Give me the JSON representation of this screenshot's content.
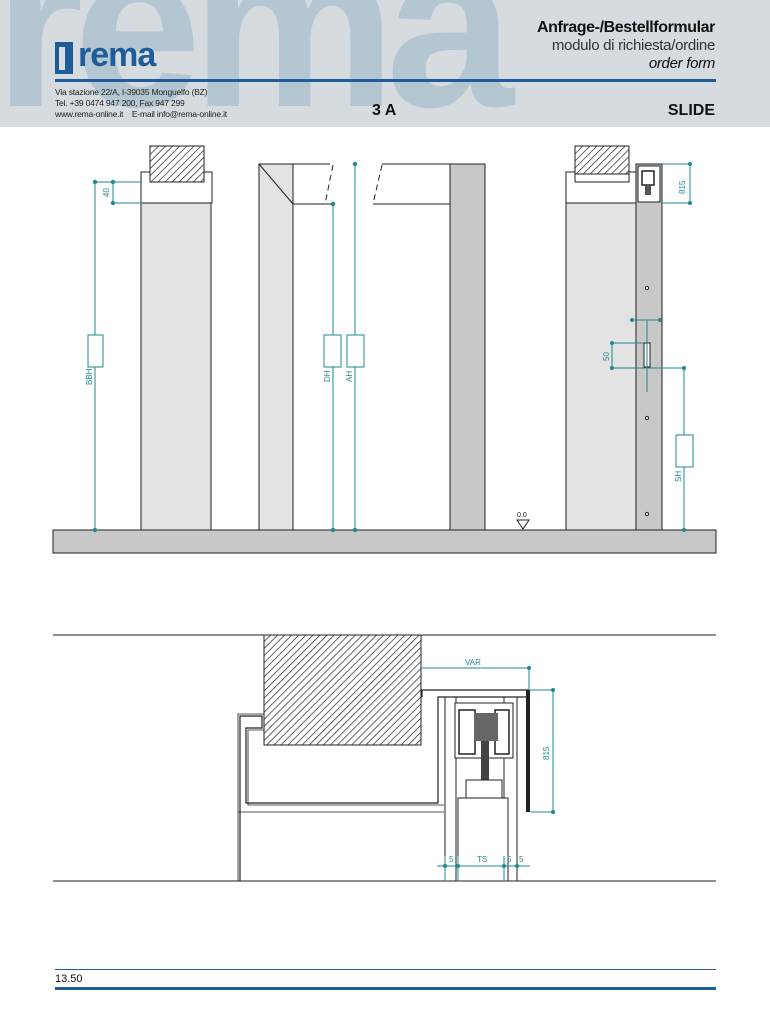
{
  "header": {
    "background_word": "rema",
    "logo_text": "rema",
    "title_de": "Anfrage-/Bestellformular",
    "title_it": "modulo di richiesta/ordine",
    "title_en": "order form",
    "address_line1": "Via stazione 22/A, I-39035 Monguelfo (BZ)",
    "address_line2": "Tel. +39 0474 947 200, Fax 947 299",
    "address_line3": "www.rema-online.it    E-mail info@rema-online.it",
    "model": "3 A",
    "system": "SLIDE"
  },
  "drawing_labels": {
    "dim_40": "40",
    "dim_bbh": "BBH",
    "dim_dh": "DH",
    "dim_ah": "AH",
    "dim_815_top": "815",
    "dim_50": "50",
    "dim_sh": "SH",
    "floor_level": "0.0",
    "dim_var": "VAR",
    "dim_815_section": "815",
    "dim_5a": "5",
    "dim_ts": "TS",
    "dim_5b": "5",
    "dim_5c": "5"
  },
  "colors": {
    "accent": "#1e5c9a",
    "dimension": "#1f8a8f",
    "header_bg": "#d5dbdf",
    "wall_gray": "#c8c8c8"
  },
  "footer": {
    "page_number": "13.50"
  }
}
